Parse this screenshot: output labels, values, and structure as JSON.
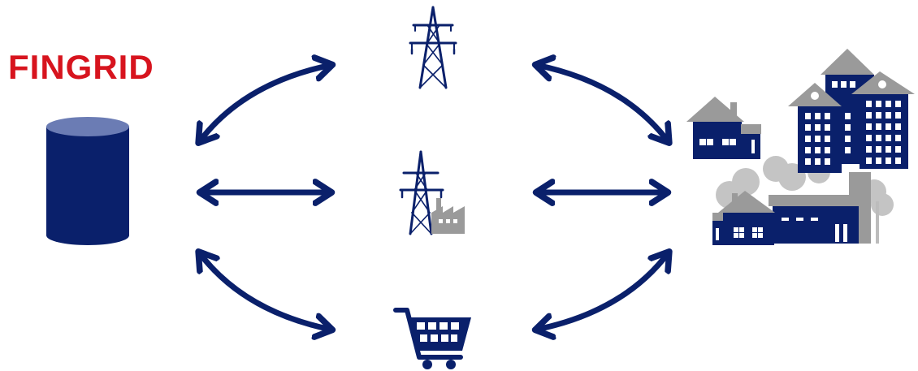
{
  "brand": {
    "name": "FINGRID",
    "color": "#d7141e"
  },
  "colors": {
    "navy": "#0a206b",
    "navy_cap": "#6b7cb4",
    "gray": "#9a9a9a",
    "light_gray": "#c4c4c4"
  },
  "nodes": [
    {
      "id": "datahub",
      "icon": "cylinder-database-icon"
    },
    {
      "id": "grid-operator",
      "icon": "transmission-tower-icon"
    },
    {
      "id": "producer",
      "icon": "tower-factory-icon"
    },
    {
      "id": "retailer",
      "icon": "shopping-cart-icon"
    },
    {
      "id": "consumers",
      "icon": "buildings-houses-icon"
    }
  ],
  "connections": [
    {
      "from": "datahub",
      "to": "grid-operator",
      "style": "double-arrow-curved"
    },
    {
      "from": "datahub",
      "to": "producer",
      "style": "double-arrow-straight"
    },
    {
      "from": "datahub",
      "to": "retailer",
      "style": "double-arrow-curved"
    },
    {
      "from": "grid-operator",
      "to": "consumers",
      "style": "double-arrow-curved"
    },
    {
      "from": "producer",
      "to": "consumers",
      "style": "double-arrow-straight"
    },
    {
      "from": "retailer",
      "to": "consumers",
      "style": "double-arrow-curved"
    }
  ]
}
